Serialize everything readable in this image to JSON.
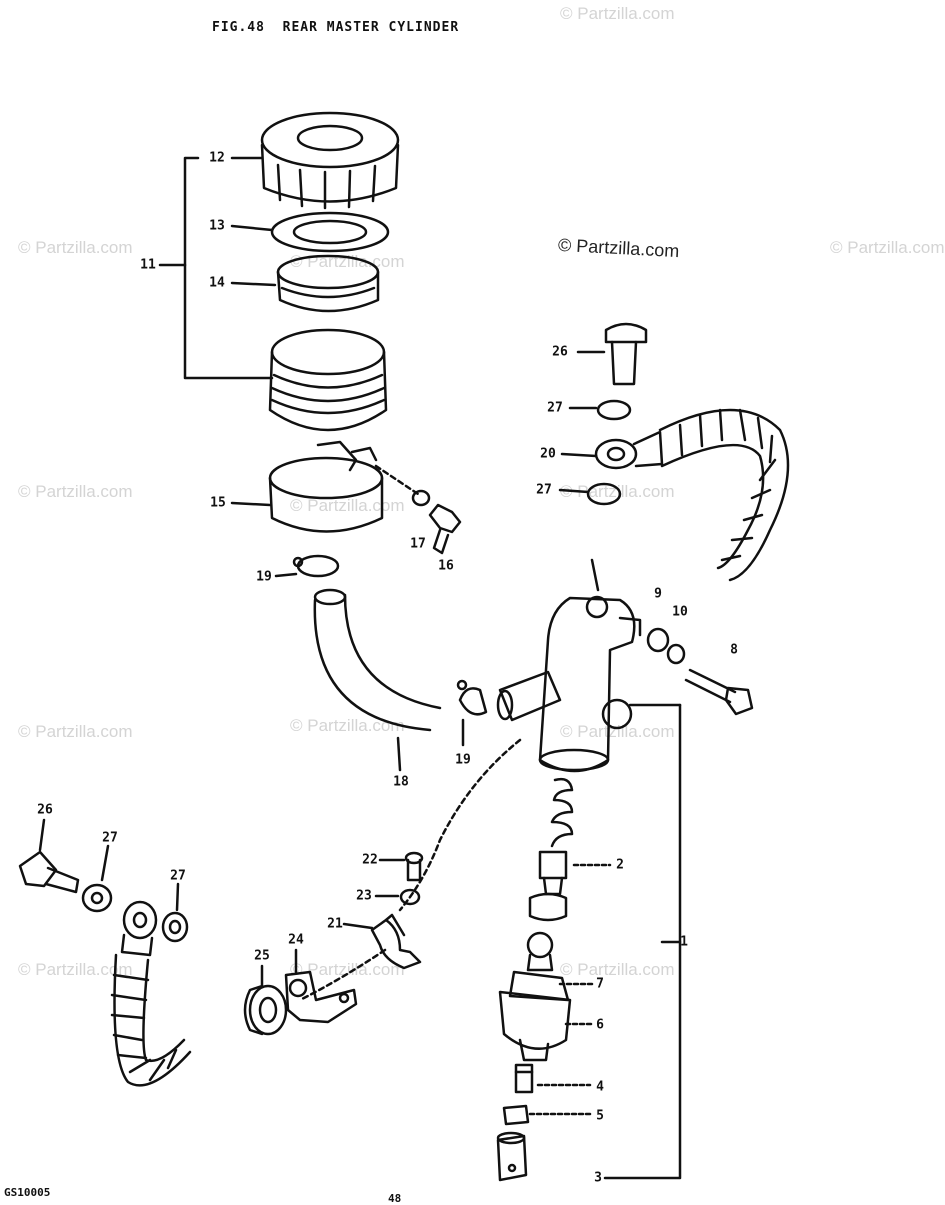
{
  "figure_title": "FIG.48  REAR MASTER CYLINDER",
  "watermarks": [
    "© Partzilla.com",
    "© Partzilla.com",
    "© Partzilla.com",
    "© Partzilla.com",
    "© Partzilla.com",
    "© Partzilla.com",
    "© Partzilla.com",
    "© Partzilla.com",
    "© Partzilla.com",
    "© Partzilla.com",
    "© Partzilla.com",
    "© Partzilla.com",
    "© Partzilla.com"
  ],
  "watermark_main": "© Partzilla.com",
  "callouts": [
    "12",
    "13",
    "11",
    "14",
    "15",
    "19",
    "17",
    "16",
    "18",
    "19",
    "26",
    "27",
    "20",
    "27",
    "9",
    "10",
    "8",
    "2",
    "1",
    "7",
    "6",
    "4",
    "5",
    "3",
    "26",
    "27",
    "27",
    "22",
    "23",
    "21",
    "24",
    "25"
  ],
  "diagram_code": "GS10005",
  "page_number": "48",
  "colors": {
    "ink": "#111111",
    "watermark": "#d4d4d4"
  }
}
